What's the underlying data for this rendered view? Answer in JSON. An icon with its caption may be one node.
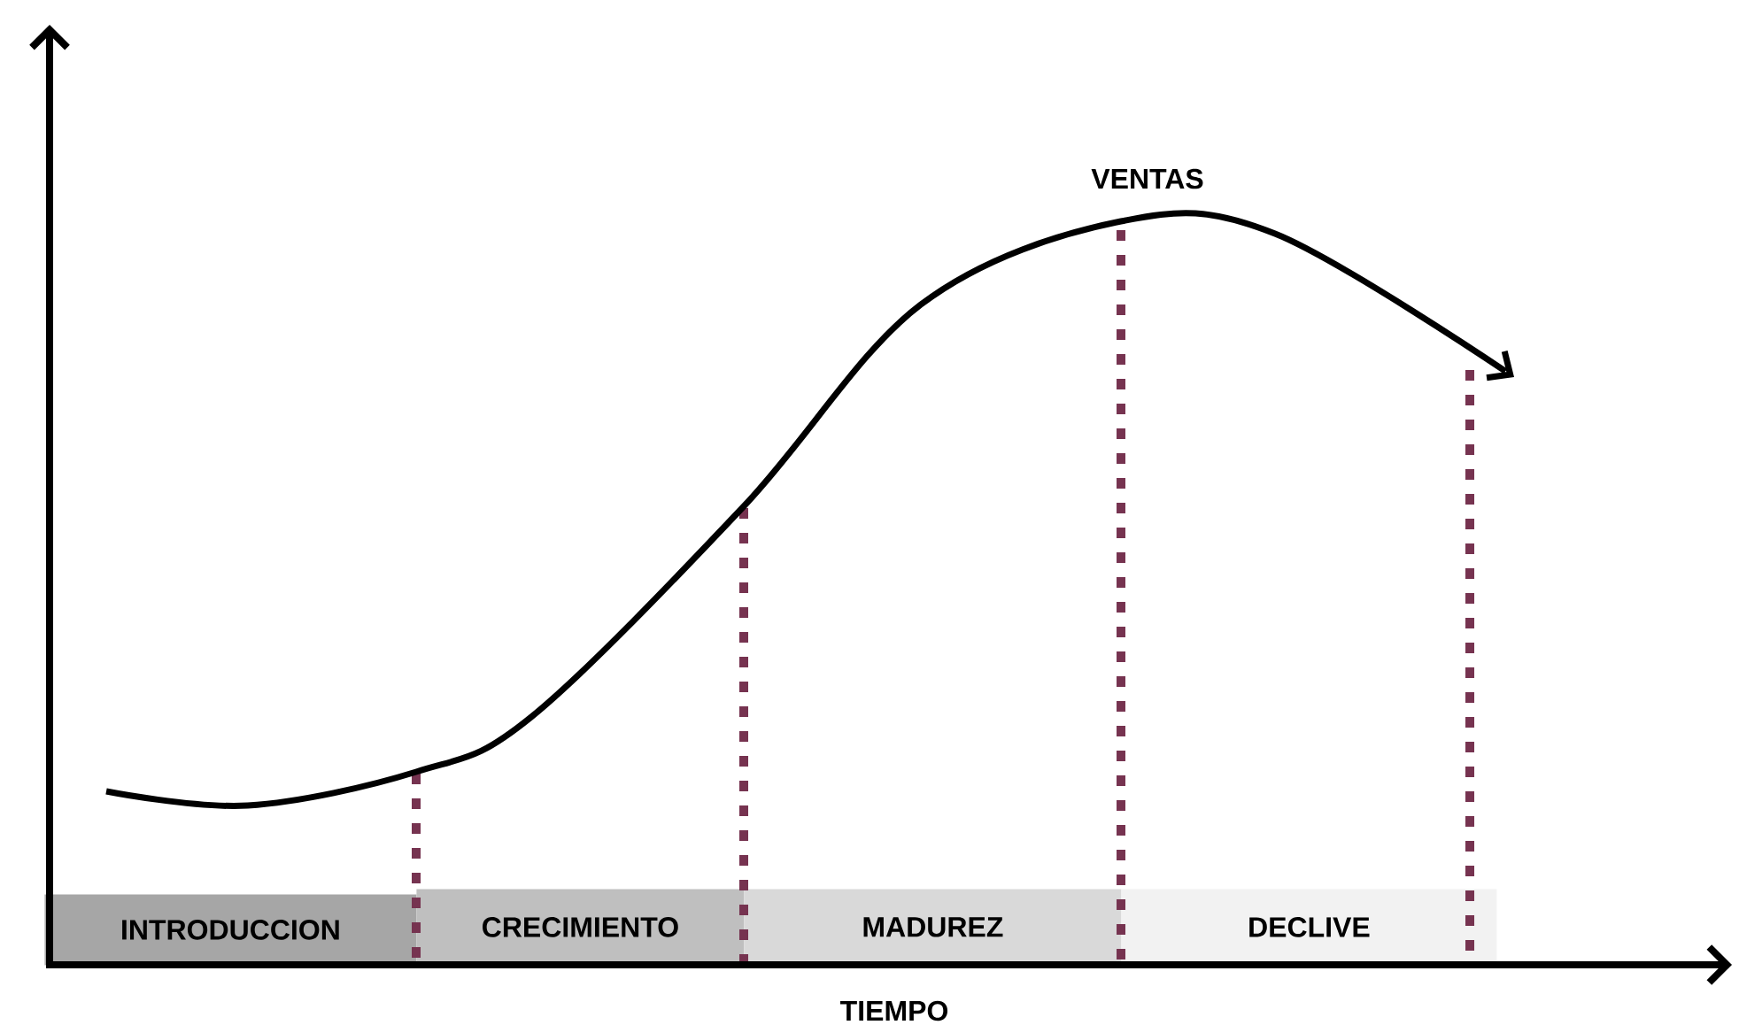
{
  "diagram": {
    "nodes": [
      {
        "text": [
          "INTRODUCCION"
        ]
      },
      {
        "text": [
          "CRECIMIENTO"
        ]
      },
      {
        "text": [
          "MADUREZ"
        ]
      },
      {
        "text": [
          "DECLIVE"
        ]
      }
    ],
    "labels": [
      "VENTAS",
      "TIEMPO"
    ]
  }
}
